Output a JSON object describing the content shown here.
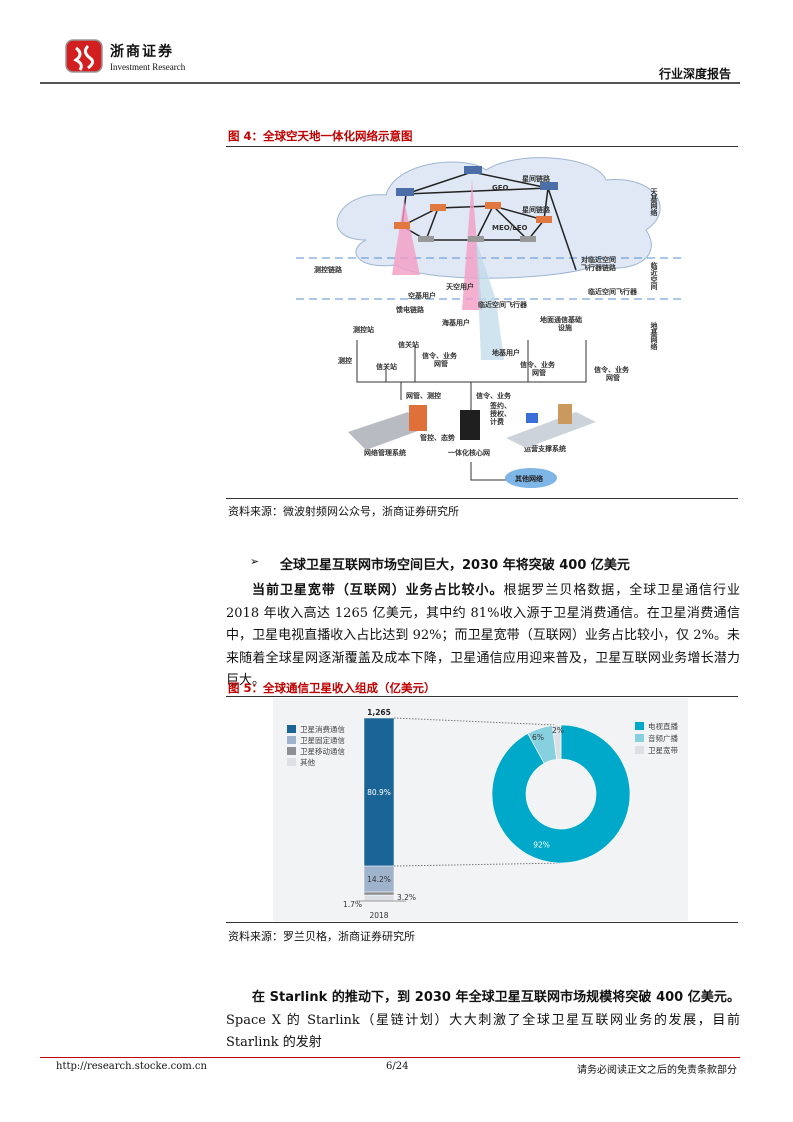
{
  "header": {
    "logo_cn": "浙商证券",
    "logo_en": "Investment Research",
    "report_type": "行业深度报告"
  },
  "figure4": {
    "title": "图 4：全球空天地一体化网络示意图",
    "source": "资料来源：微波射频网公众号，浙商证券研究所",
    "labels": {
      "geo": "GEO",
      "isl1": "星间链路",
      "isl2": "星间链路",
      "meoleo": "MEO/LEO",
      "space_net": "天基网络",
      "near_space": "临近空间",
      "ground_net": "地基网络",
      "near_link1": "对临近空间",
      "near_link2": "飞行器链路",
      "near_craft": "临近空间飞行器",
      "near_craft2": "临近空间飞行器",
      "tt_link": "测控链路",
      "air_user": "空基用户",
      "sky_user": "天空用户",
      "feeder": "馈电链路",
      "sea_user": "海基用户",
      "tt_station": "测控站",
      "gateway1": "信关站",
      "gateway2": "信关站",
      "ground_user": "地基用户",
      "ground_infra1": "地面通信基础",
      "ground_infra2": "设施",
      "tt": "测控",
      "sig1a": "信令、业务",
      "sig1b": "网管",
      "sig2a": "信令、业务",
      "sig2b": "网管",
      "sig3a": "信令、业务",
      "sig3b": "网管",
      "nm_tt": "网管、测控",
      "sig_biz": "信令、业务",
      "sign": "签约、",
      "auth": "授权、",
      "bill": "计费",
      "ctrl": "管控、态势",
      "nms": "网络管理系统",
      "core": "一体化核心网",
      "oss": "运营支撑系统",
      "other": "其他网络"
    }
  },
  "section": {
    "bullet": "➢",
    "heading": "全球卫星互联网市场空间巨大，2030 年将突破 400 亿美元"
  },
  "para1": {
    "bold": "当前卫星宽带（互联网）业务占比较小。",
    "text": "根据罗兰贝格数据，全球卫星通信行业 2018 年收入高达 1265 亿美元，其中约 81%收入源于卫星消费通信。在卫星消费通信中，卫星电视直播收入占比达到 92%；而卫星宽带（互联网）业务占比较小，仅 2%。未来随着全球星网逐渐覆盖及成本下降，卫星通信应用迎来普及，卫星互联网业务增长潜力巨大。"
  },
  "figure5": {
    "title": "图 5：全球通信卫星收入组成（亿美元）",
    "source": "资料来源：罗兰贝格，浙商证券研究所"
  },
  "chart_data": [
    {
      "type": "bar",
      "stacked": true,
      "categories": [
        "2018"
      ],
      "total_label": "1,265",
      "series": [
        {
          "name": "卫星消费通信",
          "values": [
            80.9
          ],
          "label": "80.9%",
          "color": "#1a6496"
        },
        {
          "name": "卫星固定通信",
          "values": [
            14.2
          ],
          "label": "14.2%",
          "color": "#9fb3cc"
        },
        {
          "name": "卫星移动通信",
          "values": [
            1.7
          ],
          "label": "1.7%",
          "color": "#8d8f93"
        },
        {
          "name": "其他",
          "values": [
            3.2
          ],
          "label": "3.2%",
          "color": "#dcdfe3"
        }
      ],
      "legend": "top-left"
    },
    {
      "type": "pie",
      "donut": true,
      "labels": [
        "电视直播",
        "音频广播",
        "卫星宽带"
      ],
      "values": [
        92,
        6,
        2
      ],
      "value_labels": [
        "92%",
        "6%",
        "2%"
      ],
      "colors": [
        "#00a9c9",
        "#86d0e0",
        "#dcdfe3"
      ],
      "legend": "top-right"
    }
  ],
  "para2": {
    "bold": "在 Starlink 的推动下，到 2030 年全球卫星互联网市场规模将突破 400 亿美元。",
    "text": "Space X 的 Starlink（星链计划）大大刺激了全球卫星互联网业务的发展，目前 Starlink 的发射"
  },
  "footer": {
    "url": "http://research.stocke.com.cn",
    "page": "6/24",
    "disclaimer": "请务必阅读正文之后的免责条款部分"
  },
  "colors": {
    "accent": "#c00000"
  }
}
